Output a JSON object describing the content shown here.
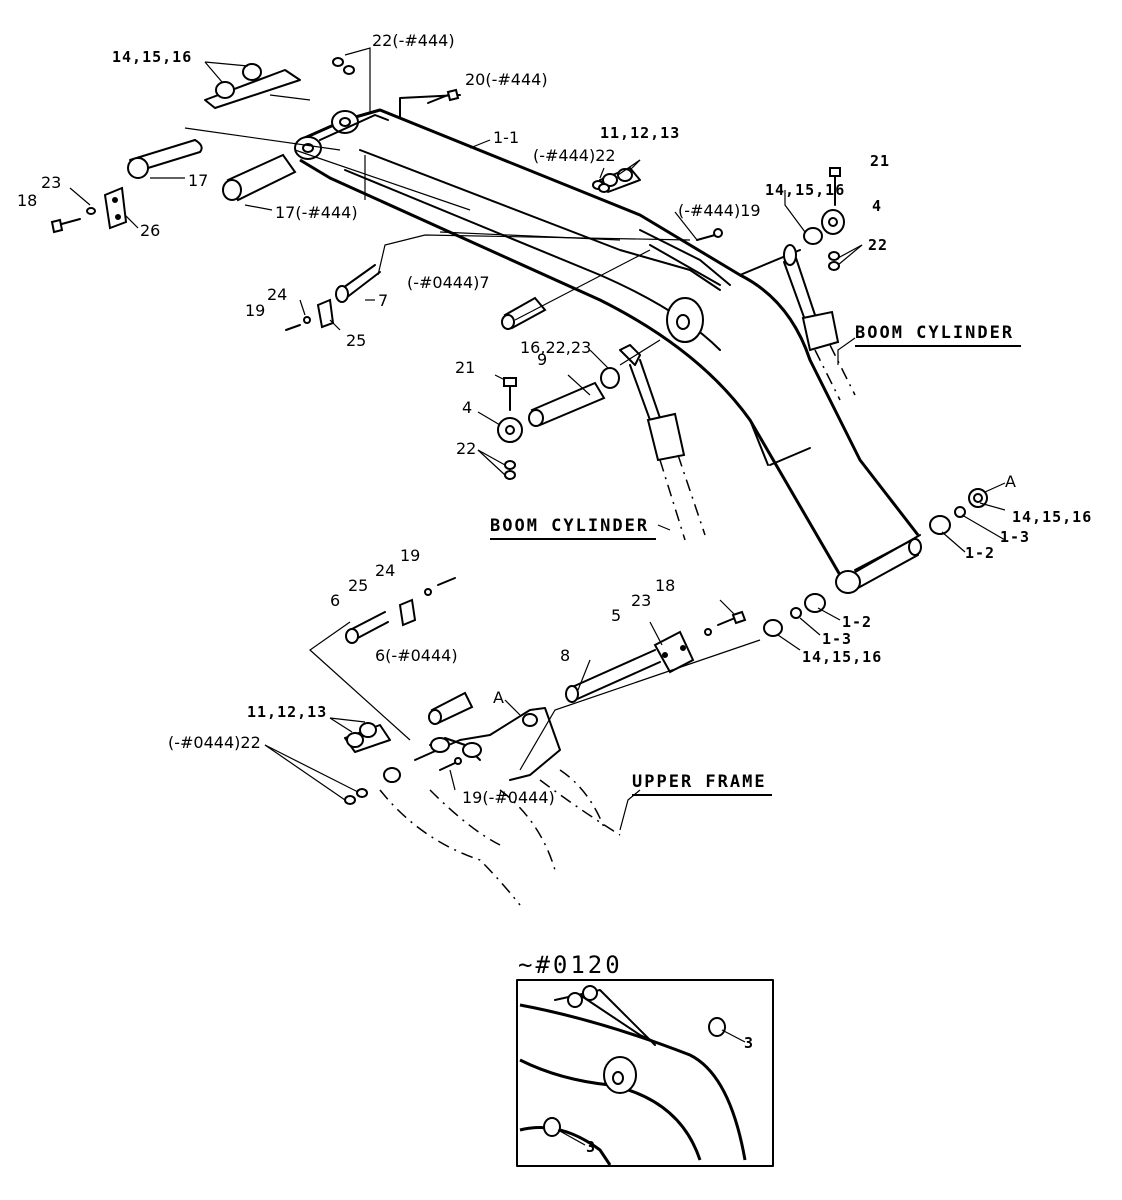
{
  "captions": {
    "boom_cylinder_right": "BOOM CYLINDER",
    "boom_cylinder_left": "BOOM CYLINDER",
    "upper_frame": "UPPER FRAME"
  },
  "callouts": {
    "c14_15_16_top": "14,15,16",
    "c22_444_top": "22(-#444)",
    "c20_444": "20(-#444)",
    "c1_1": "1-1",
    "c11_12_13_top": "11,12,13",
    "c444_22_mid": "(-#444)22",
    "c17": "17",
    "c23_left": "23",
    "c18_left": "18",
    "c26": "26",
    "c17_444": "17(-#444)",
    "c444_19": "(-#444)19",
    "c21_right": "21",
    "c14_15_16_right": "14,15,16",
    "c4_right": "4",
    "c22_right": "22",
    "c0444_7": "(-#0444)7",
    "c24_left": "24",
    "c19_left": "19",
    "c7": "7",
    "c25_left": "25",
    "c16_22_23": "16,22,23",
    "c9": "9",
    "c21_left": "21",
    "c4_left": "4",
    "c22_left": "22",
    "cA_right": "A",
    "c14_15_16_far_right": "14,15,16",
    "c1_3_upper": "1-3",
    "c1_2_upper": "1-2",
    "c19_lower": "19",
    "c24_lower": "24",
    "c25_lower": "25",
    "c6": "6",
    "c18_lower": "18",
    "c23_lower": "23",
    "c5": "5",
    "c1_2_lower": "1-2",
    "c1_3_lower": "1-3",
    "c14_15_16_lower": "14,15,16",
    "c6_0444": "6(-#0444)",
    "c8": "8",
    "cA_lower": "A",
    "c11_12_13_lower": "11,12,13",
    "c0444_22": "(-#0444)22",
    "c19_0444": "19(-#0444)"
  },
  "inset": {
    "title": "~#0120",
    "label_3_upper": "3",
    "label_3_lower": "3"
  }
}
